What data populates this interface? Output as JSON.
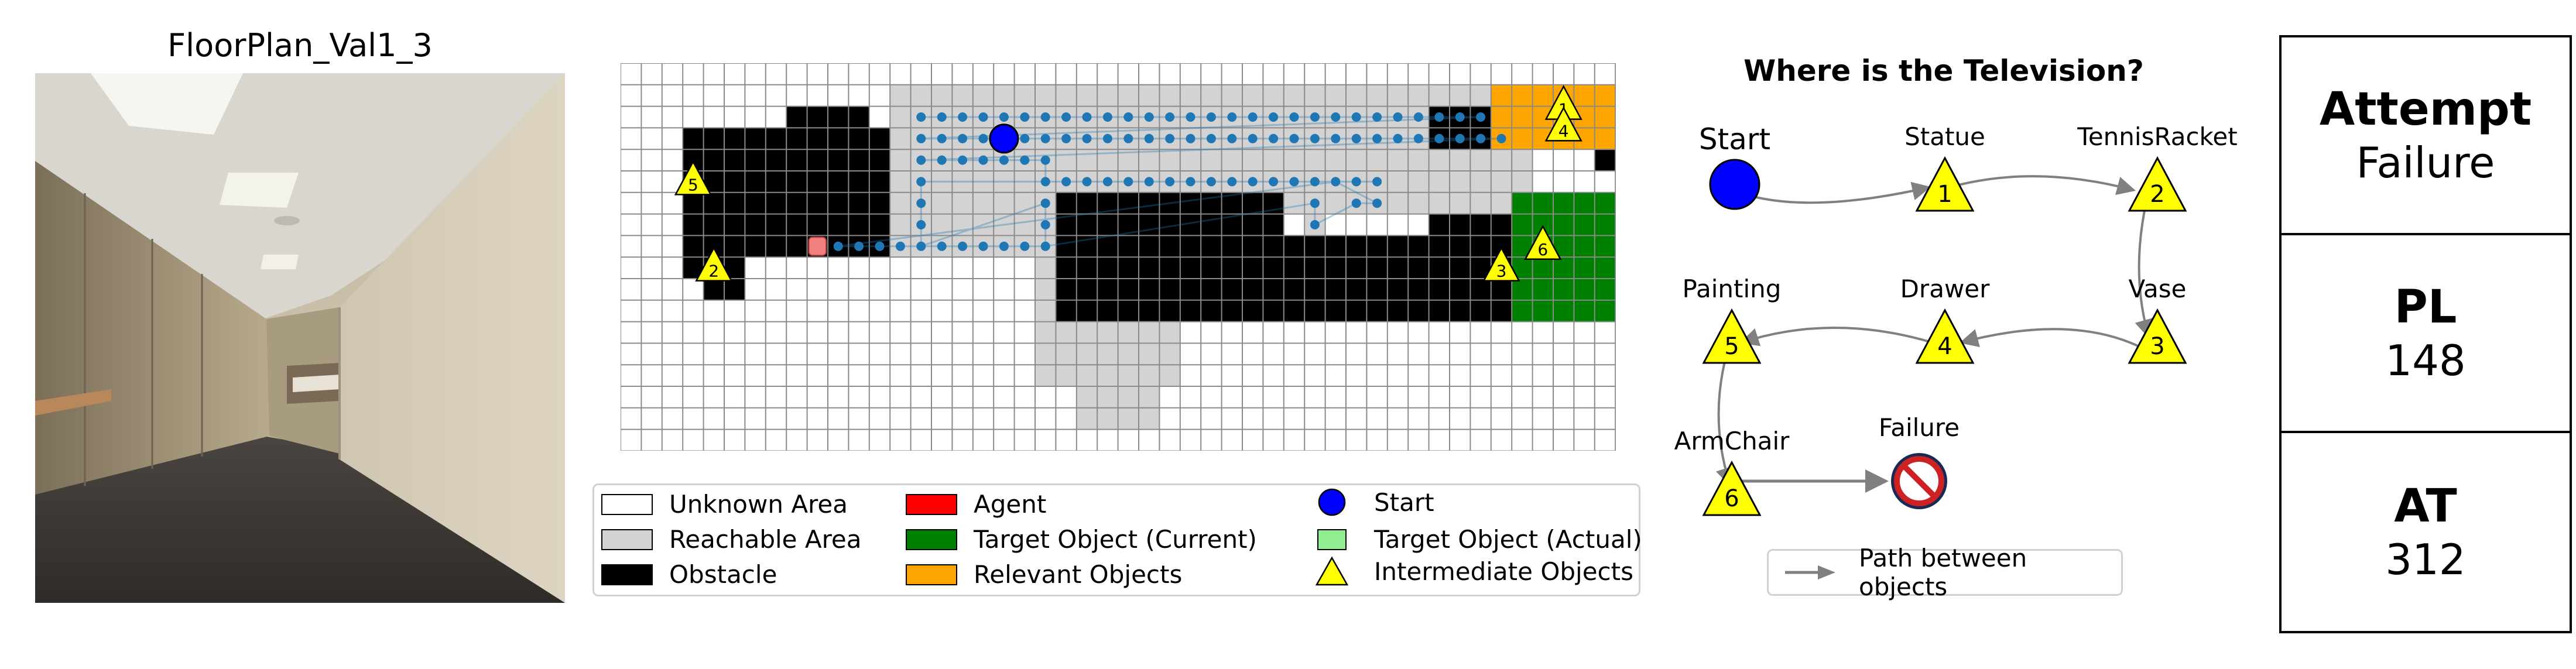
{
  "view": {
    "title": "FloorPlan_Val1_3"
  },
  "legend": {
    "items": [
      {
        "label": "Unknown Area",
        "fill": "#ffffff",
        "kind": "box"
      },
      {
        "label": "Reachable Area",
        "fill": "#d3d3d3",
        "kind": "box"
      },
      {
        "label": "Obstacle",
        "fill": "#000000",
        "kind": "box"
      },
      {
        "label": "Agent",
        "fill": "#ff0000",
        "kind": "box"
      },
      {
        "label": "Target Object (Current)",
        "fill": "#008000",
        "kind": "box"
      },
      {
        "label": "Relevant Objects",
        "fill": "#ffa500",
        "kind": "box"
      },
      {
        "label": "Start",
        "fill": "#0000ff",
        "kind": "circle"
      },
      {
        "label": "Target Object (Actual)",
        "fill": "#90ee90",
        "kind": "box"
      },
      {
        "label": "Intermediate Objects",
        "fill": "#ffff00",
        "kind": "triangle"
      }
    ]
  },
  "graph": {
    "question": "Where is the Television?",
    "nodes": [
      {
        "label": "Start",
        "kind": "start",
        "number": ""
      },
      {
        "label": "Statue",
        "kind": "object",
        "number": "1"
      },
      {
        "label": "TennisRacket",
        "kind": "object",
        "number": "2"
      },
      {
        "label": "Vase",
        "kind": "object",
        "number": "3"
      },
      {
        "label": "Drawer",
        "kind": "object",
        "number": "4"
      },
      {
        "label": "Painting",
        "kind": "object",
        "number": "5"
      },
      {
        "label": "ArmChair",
        "kind": "object",
        "number": "6"
      },
      {
        "label": "Failure",
        "kind": "failure",
        "number": ""
      }
    ],
    "legend_label": "Path between objects"
  },
  "map_markers": [
    "1",
    "2",
    "3",
    "4",
    "5",
    "6"
  ],
  "metrics": [
    {
      "label": "Attempt",
      "value": "Failure"
    },
    {
      "label": "PL",
      "value": "148"
    },
    {
      "label": "AT",
      "value": "312"
    }
  ],
  "colors": {
    "start": "#0000ff",
    "intermediate": "#ffff00",
    "target_current": "#008000",
    "relevant": "#ffa500",
    "obstacle": "#000000",
    "reachable": "#d3d3d3",
    "path": "#1f77b4",
    "agent": "#f08080",
    "failure": "#cc2222",
    "edge": "#808080"
  }
}
